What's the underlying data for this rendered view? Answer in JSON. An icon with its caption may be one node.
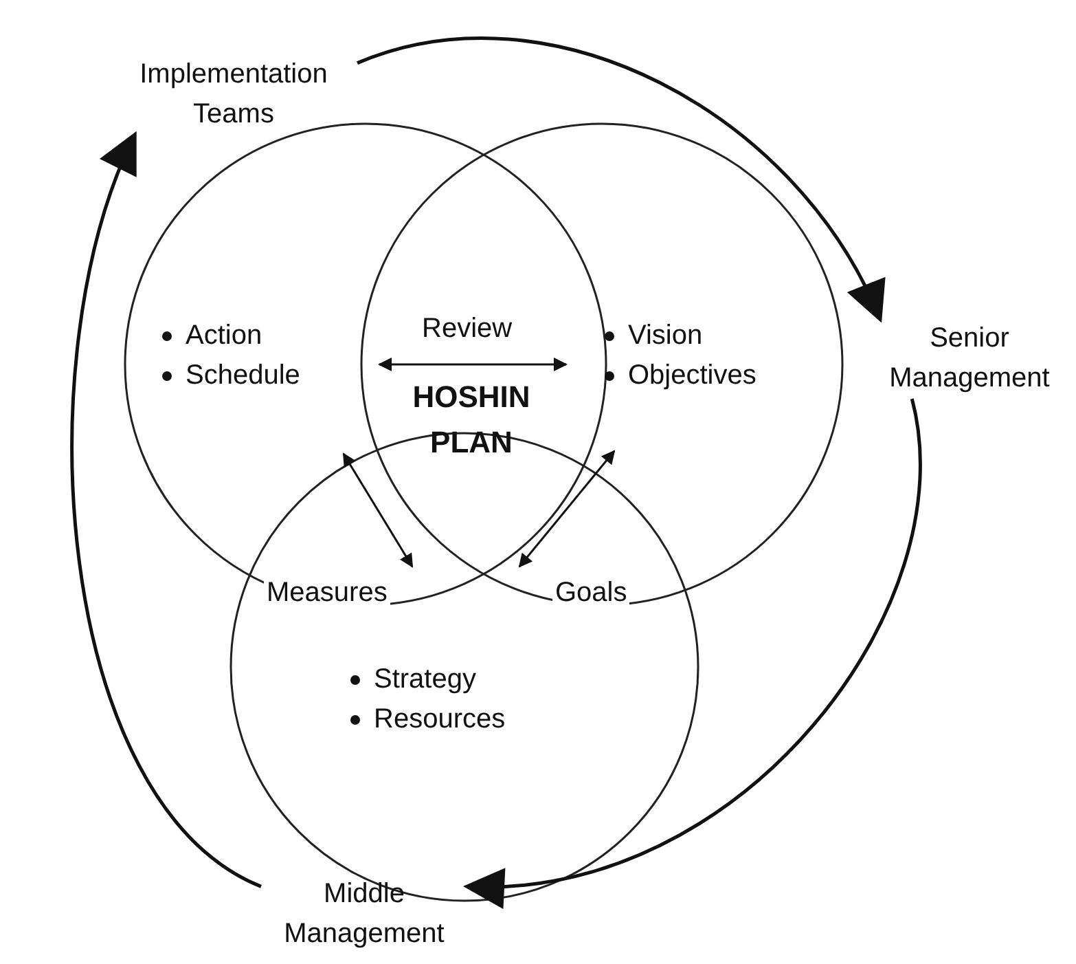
{
  "diagram": {
    "nodes": [
      {
        "text": [
          "Implementation Teams"
        ]
      },
      {
        "text": [
          "Senior Management"
        ]
      },
      {
        "text": [
          "Middle Management"
        ]
      },
      {
        "text": [
          "Action",
          "Schedule"
        ]
      },
      {
        "text": [
          "Review"
        ]
      },
      {
        "text": [
          "Vision",
          "Objectives"
        ]
      },
      {
        "text": [
          "HOSHIN PLAN"
        ]
      },
      {
        "text": [
          "Measures"
        ]
      },
      {
        "text": [
          "Goals"
        ]
      },
      {
        "text": [
          "Strategy",
          "Resources"
        ]
      }
    ],
    "edges": [
      {
        "from": 0,
        "to": 1,
        "arrow": "to"
      },
      {
        "from": 1,
        "to": 2,
        "arrow": "to"
      },
      {
        "from": 2,
        "to": 0,
        "arrow": "to"
      }
    ]
  }
}
